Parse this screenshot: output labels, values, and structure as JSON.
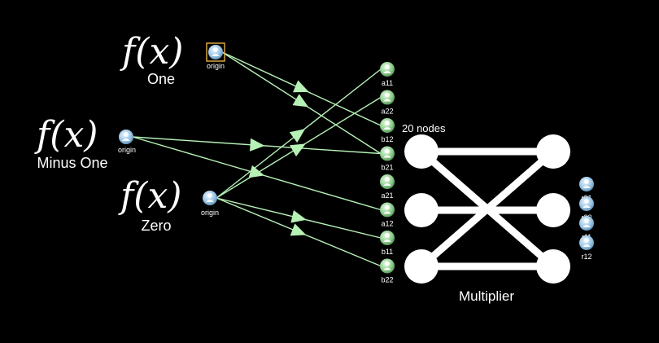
{
  "sources": [
    {
      "id": "one",
      "label": "One",
      "port": "origin",
      "selected": true
    },
    {
      "id": "minus-one",
      "label": "Minus One",
      "port": "origin",
      "selected": false
    },
    {
      "id": "zero",
      "label": "Zero",
      "port": "origin",
      "selected": false
    }
  ],
  "function_symbol": "f(x)",
  "inputs": [
    "a11",
    "a22",
    "b12",
    "b21",
    "a21",
    "a12",
    "b11",
    "b22"
  ],
  "outputs": [
    "r21",
    "r22",
    "r11",
    "r12"
  ],
  "block": {
    "title": "Multiplier",
    "node_count_label": "20 nodes"
  },
  "connections": [
    {
      "from": "one",
      "to": "b12"
    },
    {
      "from": "one",
      "to": "b21"
    },
    {
      "from": "minus-one",
      "to": "b21"
    },
    {
      "from": "minus-one",
      "to": "a12"
    },
    {
      "from": "zero",
      "to": "a11"
    },
    {
      "from": "zero",
      "to": "a22"
    },
    {
      "from": "zero",
      "to": "b11"
    },
    {
      "from": "zero",
      "to": "b22"
    }
  ],
  "colors": {
    "background": "#000000",
    "edge": "#b6f2b6",
    "source_port": "#9cc7e6",
    "input_port": "#8fcf8f",
    "output_port": "#9cc7e6",
    "selection": "#d9a441"
  },
  "icons": {
    "port": "person-icon"
  }
}
